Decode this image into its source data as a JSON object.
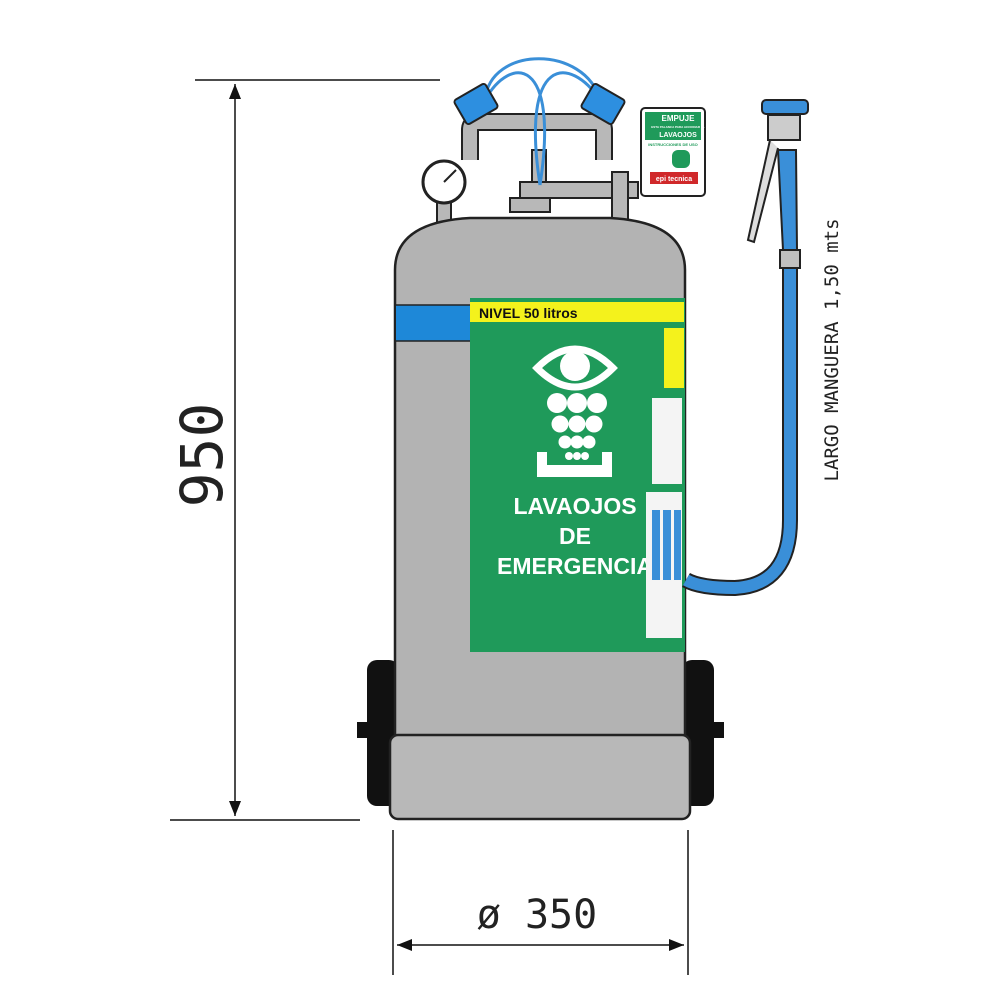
{
  "dimensions": {
    "height_label": "950",
    "diameter_label": "ø 350",
    "hose_length_label": "LARGO MANGUERA 1,50 mts"
  },
  "tank_label": {
    "level_text": "NIVEL 50 litros",
    "title_line1": "LAVAOJOS",
    "title_line2": "DE",
    "title_line3": "EMERGENCIA"
  },
  "push_sign": {
    "title": "EMPUJE",
    "subtitle": "ESTA PALANCA PARA ACCIONAR EL",
    "product": "LAVAOJOS",
    "instructions": "INSTRUCCIONES DE USO",
    "brand": "epi tecnica"
  },
  "colors": {
    "tank": "#b3b3b3",
    "label_green": "#1f9a5a",
    "label_yellow": "#f4f21c",
    "hose_blue": "#3a8fd8",
    "band_blue": "#1e88d8"
  }
}
